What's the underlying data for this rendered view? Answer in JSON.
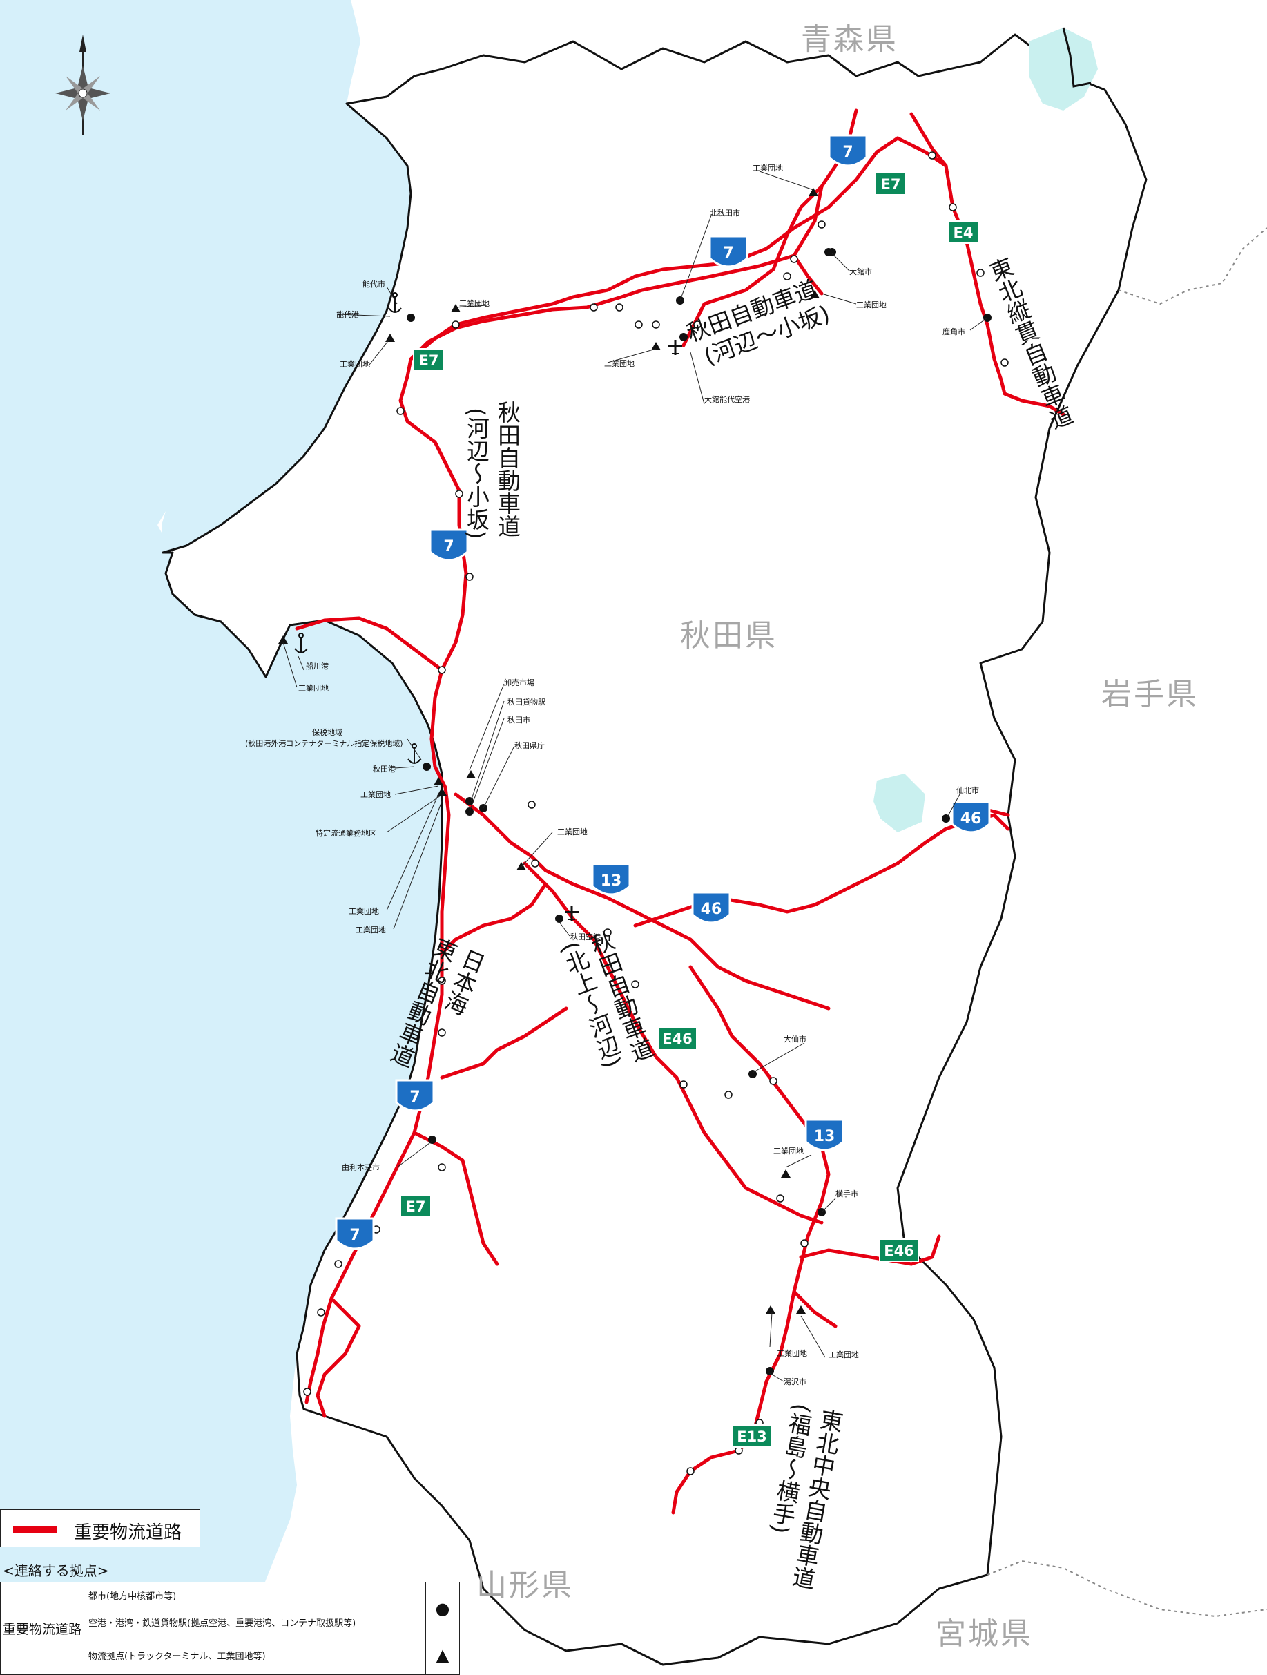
{
  "prefectures": {
    "aomori": "青森県",
    "akita": "秋田県",
    "iwate": "岩手県",
    "yamagata": "山形県",
    "miyagi": "宮城県"
  },
  "expressways": {
    "akita_kawabe_kosaka_north": [
      "秋田自動車道",
      "(河辺～小坂)"
    ],
    "akita_kawabe_kosaka_center": [
      "秋田自動車道",
      "(河辺～小坂)"
    ],
    "tohoku_jukan": [
      "東北縦貫自動車道"
    ],
    "nihonkai_tohoku": [
      "日本海",
      "東北自動車道"
    ],
    "akita_kitakami_kawabe": [
      "秋田自動車道",
      "(北上～河辺)"
    ],
    "tohoku_chuo": [
      "東北中央自動車道",
      "(福島～横手)"
    ]
  },
  "route_shields": {
    "r7": "7",
    "r13": "13",
    "r46": "46",
    "e7": "E7",
    "e4": "E4",
    "e46": "E46",
    "e13": "E13"
  },
  "places": {
    "noshiro_city": "能代市",
    "noshiro_port": "能代港",
    "industrial_park": "工業団地",
    "kitaakita_city": "北秋田市",
    "odate_city": "大館市",
    "kazuno_city": "鹿角市",
    "odate_noshiro_airport": "大館能代空港",
    "funakawa_port": "船川港",
    "bonded_area": "保税地域",
    "bonded_area_detail": "(秋田港外港コンテナターミナル指定保税地域)",
    "akita_port": "秋田港",
    "special_logistics": "特定流通業務地区",
    "wholesale_market": "卸売市場",
    "akita_freight_station": "秋田貨物駅",
    "akita_city": "秋田市",
    "akita_pref_office": "秋田県庁",
    "akita_airport": "秋田空港",
    "semboku_city": "仙北市",
    "daisen_city": "大仙市",
    "yurihonjo_city": "由利本荘市",
    "yokote_city": "横手市",
    "yuzawa_city": "湯沢市"
  },
  "legend": {
    "line_label": "重要物流道路",
    "line_color": "#e60012"
  },
  "hubs": {
    "heading": "<連絡する拠点>",
    "category": "重要物流道路",
    "rows": [
      {
        "label": "都市(地方中核都市等)",
        "symbol": "●"
      },
      {
        "label": "空港・港湾・鉄道貨物駅(拠点空港、重要港湾、コンテナ取扱駅等)",
        "symbol": ""
      },
      {
        "label": "物流拠点(トラックターミナル、工業団地等)",
        "symbol": "▲"
      }
    ]
  },
  "colors": {
    "sea": "#d6f0fa",
    "lake": "#c9f0ef",
    "road": "#e60012",
    "national_route_shield": "#1d6fc4",
    "expressway_shield": "#0b8a5a",
    "prefecture_label": "#a6a6a6"
  },
  "icons": [
    "compass-rose-icon",
    "anchor-icon",
    "airplane-icon",
    "city-dot-icon",
    "industrial-triangle-icon"
  ]
}
